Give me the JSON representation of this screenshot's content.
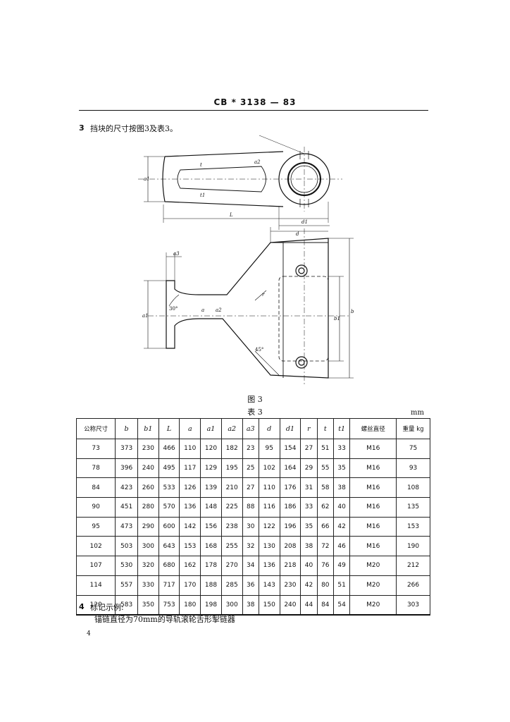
{
  "header": {
    "standard_code": "CB * 3138 — 83"
  },
  "section3": {
    "number": "3",
    "text": "挡块的尺寸按图3及表3。"
  },
  "drawing": {
    "labels": {
      "a": "a",
      "a1": "a1",
      "a2": "a2",
      "a3": "a3",
      "b": "b",
      "b1": "b1",
      "t": "t",
      "t1": "t1",
      "L": "L",
      "d": "d",
      "d1": "d1",
      "r": "r",
      "angle_30": "30°",
      "angle_45": "45°"
    }
  },
  "figure_caption": "图 3",
  "table": {
    "caption": "表 3",
    "unit": "mm",
    "headers": [
      "公称尺寸",
      "b",
      "b1",
      "L",
      "a",
      "a1",
      "a2",
      "a3",
      "d",
      "d1",
      "r",
      "t",
      "t1",
      "螺丝直径",
      "重量 kg"
    ],
    "rows": [
      [
        "73",
        "373",
        "230",
        "466",
        "110",
        "120",
        "182",
        "23",
        "95",
        "154",
        "27",
        "51",
        "33",
        "M16",
        "75"
      ],
      [
        "78",
        "396",
        "240",
        "495",
        "117",
        "129",
        "195",
        "25",
        "102",
        "164",
        "29",
        "55",
        "35",
        "M16",
        "93"
      ],
      [
        "84",
        "423",
        "260",
        "533",
        "126",
        "139",
        "210",
        "27",
        "110",
        "176",
        "31",
        "58",
        "38",
        "M16",
        "108"
      ],
      [
        "90",
        "451",
        "280",
        "570",
        "136",
        "148",
        "225",
        "88",
        "116",
        "186",
        "33",
        "62",
        "40",
        "M16",
        "135"
      ],
      [
        "95",
        "473",
        "290",
        "600",
        "142",
        "156",
        "238",
        "30",
        "122",
        "196",
        "35",
        "66",
        "42",
        "M16",
        "153"
      ],
      [
        "102",
        "503",
        "300",
        "643",
        "153",
        "168",
        "255",
        "32",
        "130",
        "208",
        "38",
        "72",
        "46",
        "M16",
        "190"
      ],
      [
        "107",
        "530",
        "320",
        "680",
        "162",
        "178",
        "270",
        "34",
        "136",
        "218",
        "40",
        "76",
        "49",
        "M20",
        "212"
      ],
      [
        "114",
        "557",
        "330",
        "717",
        "170",
        "188",
        "285",
        "36",
        "143",
        "230",
        "42",
        "80",
        "51",
        "M20",
        "266"
      ],
      [
        "120",
        "583",
        "350",
        "753",
        "180",
        "198",
        "300",
        "38",
        "150",
        "240",
        "44",
        "84",
        "54",
        "M20",
        "303"
      ]
    ]
  },
  "section4": {
    "number": "4",
    "title": "标记示例:",
    "example": "锚链直径为70mm的导轨滚轮舌形掣链器"
  },
  "page_number": "4"
}
